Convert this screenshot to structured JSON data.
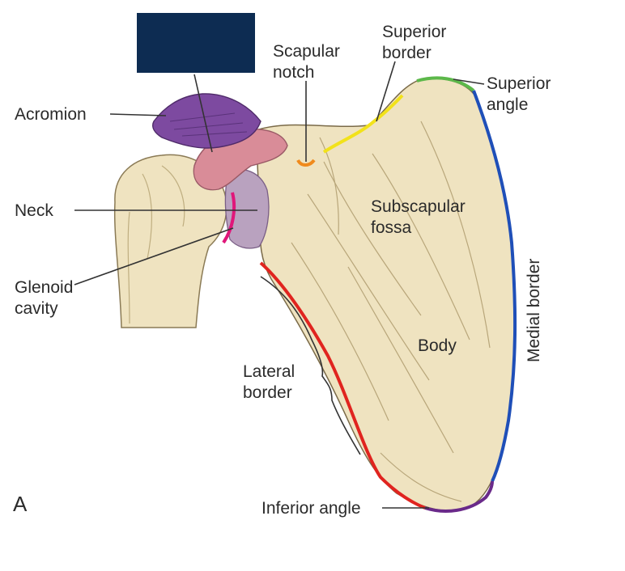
{
  "figure_letter": "A",
  "hidden_label_box_color": "#0d2c52",
  "labels": {
    "acromion": "Acromion",
    "neck": "Neck",
    "glenoid_line1": "Glenoid",
    "glenoid_line2": "cavity",
    "scapular_notch_line1": "Scapular",
    "scapular_notch_line2": "notch",
    "superior_border_line1": "Superior",
    "superior_border_line2": "border",
    "superior_angle_line1": "Superior",
    "superior_angle_line2": "angle",
    "subscapular_line1": "Subscapular",
    "subscapular_line2": "fossa",
    "body": "Body",
    "medial_border": "Medial border",
    "lateral_line1": "Lateral",
    "lateral_line2": "border",
    "inferior_angle": "Inferior angle"
  },
  "border_colors": {
    "superior_border": "#f2e21a",
    "superior_angle": "#5cb84a",
    "medial_border": "#1f4fb8",
    "lateral_border": "#e0241f",
    "inferior_angle": "#6a2a8a",
    "scapular_notch": "#f08a1c",
    "glenoid_cavity": "#e0177a"
  },
  "bone_colors": {
    "bone": "#efe3c0",
    "bone_shadow": "#c9b98e",
    "acromion": "#7d4aa0",
    "coracoid": "#d98c98",
    "glenoid": "#b39ab8"
  }
}
